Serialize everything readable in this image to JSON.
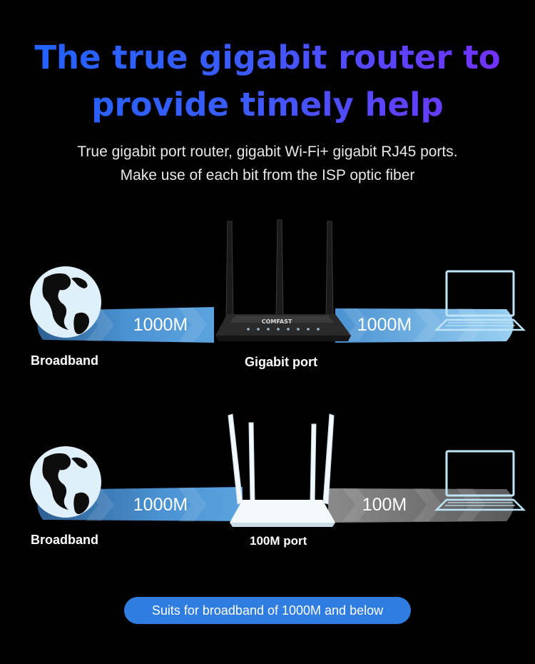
{
  "header": {
    "title_line1": "The true gigabit router to",
    "title_line2": "provide timely help",
    "subtitle_line1": "True gigabit port router, gigabit Wi-Fi+ gigabit RJ45 ports.",
    "subtitle_line2": "Make use of each bit from the ISP optic fiber"
  },
  "comparison": [
    {
      "source_label": "Broadband",
      "speed_in": "1000M",
      "speed_out": "1000M",
      "router_label": "Gigabit port",
      "router_brand": "COMFAST"
    },
    {
      "source_label": "Broadband",
      "speed_in": "1000M",
      "speed_out": "100M",
      "router_label": "100M port"
    }
  ],
  "footer": {
    "pill_text": "Suits for broadband of 1000M and below"
  },
  "colors": {
    "title_gradient_start": "#1e63ff",
    "title_gradient_end": "#7a2cff",
    "stream_blue": "#3d86c8",
    "stream_gray": "#6b6b6b",
    "pill_blue": "#2f7de1",
    "globe_light": "#dff0fb",
    "laptop_outline": "#bfe4f7"
  }
}
